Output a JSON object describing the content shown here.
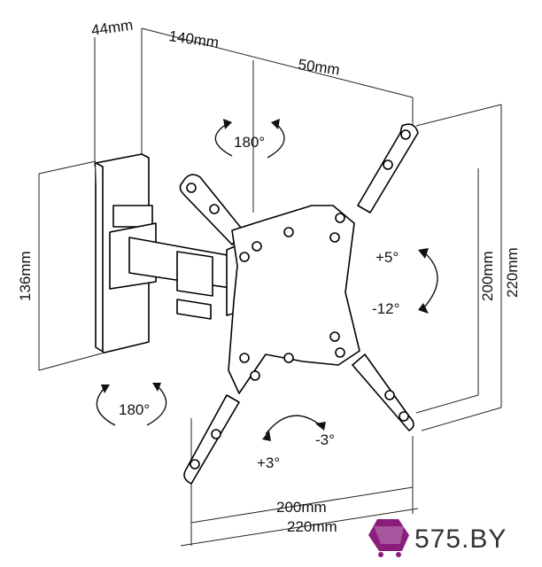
{
  "dimensions": {
    "depth_min": "44mm",
    "depth_max": "140mm",
    "offset": "50mm",
    "height_plate": "136mm",
    "vesa_v_inner": "200mm",
    "vesa_v_outer": "220mm",
    "vesa_h_inner": "200mm",
    "vesa_h_outer": "220mm"
  },
  "rotation": {
    "top_swivel": "180°",
    "bottom_swivel": "180°",
    "tilt_up": "+5°",
    "tilt_down": "-12°",
    "rotate_pos": "+3°",
    "rotate_neg": "-3°"
  },
  "brand": {
    "name": "575.BY",
    "accent": "#8a1c7c"
  }
}
